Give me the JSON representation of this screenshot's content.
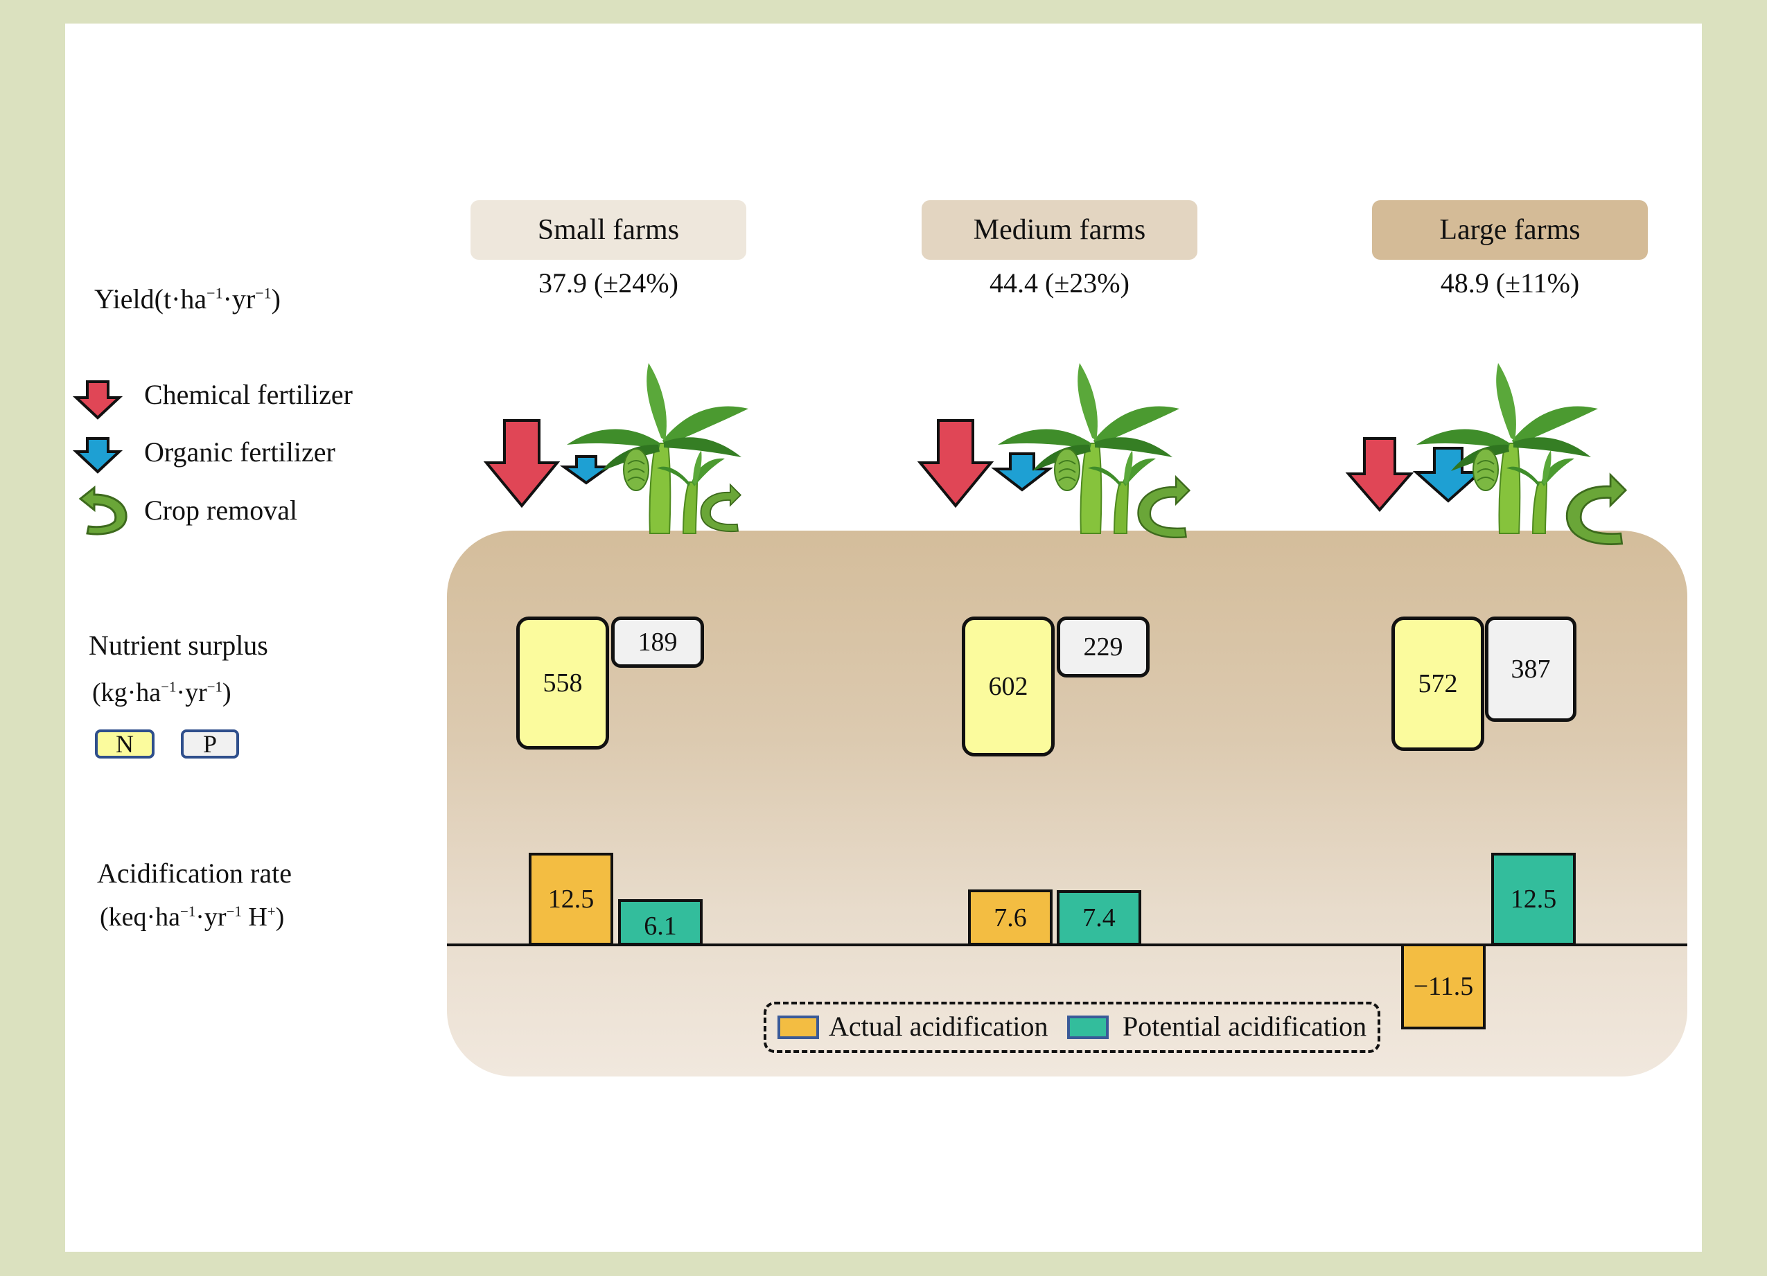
{
  "farms": [
    {
      "label": "Small farms",
      "yield": "37.9 (±24%)",
      "n_surplus": 558,
      "p_surplus": 189,
      "actual_acidification": "12.5",
      "potential_acidification": "6.1"
    },
    {
      "label": "Medium farms",
      "yield": "44.4 (±23%)",
      "n_surplus": 602,
      "p_surplus": 229,
      "actual_acidification": "7.6",
      "potential_acidification": "7.4"
    },
    {
      "label": "Large farms",
      "yield": "48.9 (±11%)",
      "n_surplus": 572,
      "p_surplus": 387,
      "actual_acidification": "−11.5",
      "potential_acidification": "12.5"
    }
  ],
  "rows": {
    "yield": {
      "label": "Yield(t·ha",
      "sup1": "−1",
      "mid": "·yr",
      "sup2": "−1",
      "end": ")"
    },
    "nutrient": {
      "label": "Nutrient surplus",
      "unit_a": "(kg·ha",
      "sup1": "−1",
      "unit_b": "·yr",
      "sup2": "−1",
      "unit_c": ")",
      "key_n": "N",
      "key_p": "P"
    },
    "acid": {
      "label": "Acidification rate",
      "unit_a": "(keq·ha",
      "sup1": "−1",
      "unit_b": "·yr",
      "sup2": "−1",
      "unit_c": " H",
      "sup3": "+",
      "unit_d": ")"
    }
  },
  "legend_left": [
    {
      "label": "Chemical fertilizer",
      "icon": "down-arrow-red"
    },
    {
      "label": "Organic fertilizer",
      "icon": "down-arrow-blue"
    },
    {
      "label": "Crop removal",
      "icon": "curved-arrow-green"
    }
  ],
  "legend_bottom": {
    "actual": "Actual acidification",
    "potential": "Potential acidification"
  },
  "colors": {
    "chemical": "#e04656",
    "organic": "#1ea0d3",
    "crop": "#5d9a2e",
    "actual": "#f3bd42",
    "potential": "#33bd9c",
    "n": "#fbfb9d",
    "p": "#f1f1f1",
    "small_label": "#eee7dc",
    "medium_label": "#e3d5c1",
    "large_label": "#d4bb97"
  }
}
